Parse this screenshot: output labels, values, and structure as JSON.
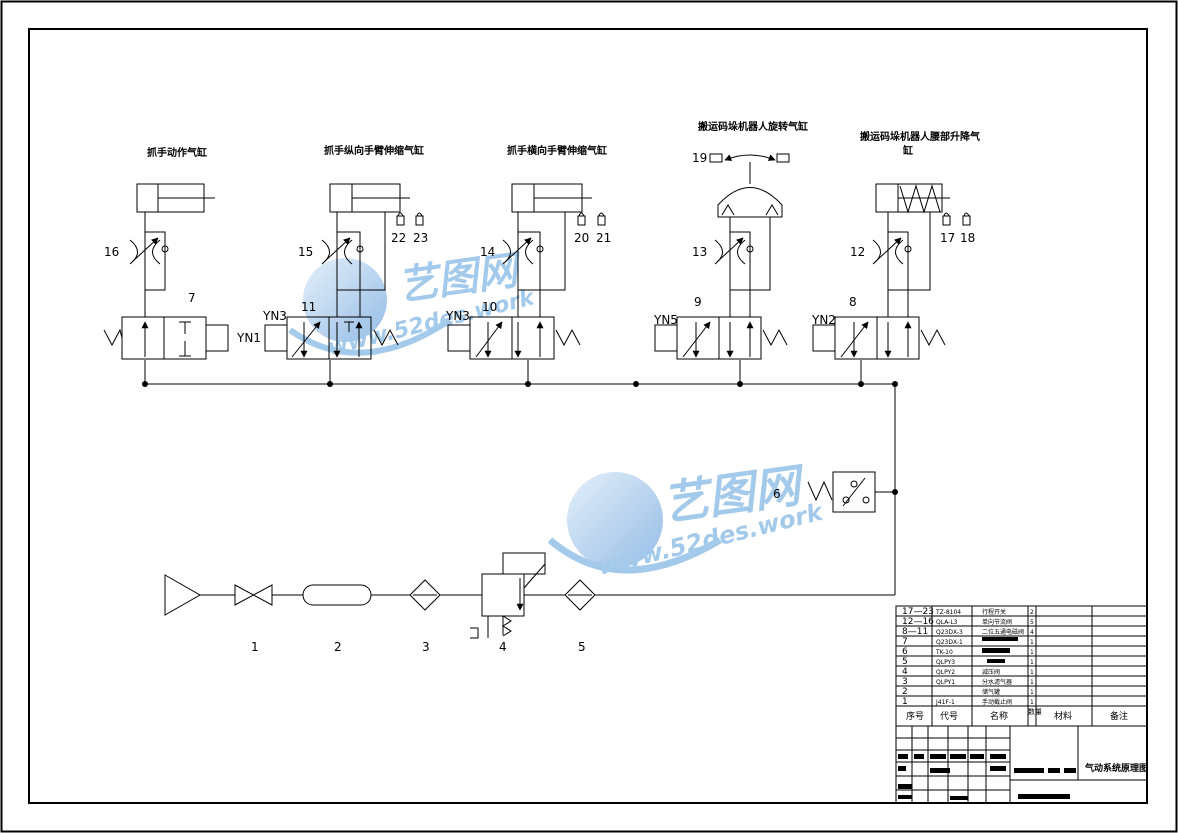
{
  "colors": {
    "line": "#000000",
    "watermark": "#5aa0dc"
  },
  "titles": {
    "t7": "抓手动作气缸",
    "t11": "抓手纵向手臂伸缩气缸",
    "t10": "抓手横向手臂伸缩气缸",
    "t9": "搬运码垛机器人旋转气缸",
    "t8a": "搬运码垛机器人腰部升降气",
    "t8b": "缸"
  },
  "labels": {
    "n1": "1",
    "n2": "2",
    "n3": "3",
    "n4": "4",
    "n5": "5",
    "n6": "6",
    "n7": "7",
    "n8": "8",
    "n9": "9",
    "n10": "10",
    "n11": "11",
    "n12": "12",
    "n13": "13",
    "n14": "14",
    "n15": "15",
    "n16": "16",
    "n17": "17",
    "n18": "18",
    "n19": "19",
    "n20": "20",
    "n21": "21",
    "n22": "22",
    "n23": "23",
    "yn1": "YN1",
    "yn2": "YN2",
    "yn3a": "YN3",
    "yn3b": "YN3",
    "yn5": "YN5"
  },
  "watermark": {
    "brand": "艺图网",
    "url": "www.52des.work"
  },
  "bom": [
    {
      "seq": "17—23",
      "code": "TZ-8104",
      "name": "行程开关",
      "qty": "2"
    },
    {
      "seq": "12—16",
      "code": "QLA-L3",
      "name": "单向节流阀",
      "qty": "5"
    },
    {
      "seq": "8—11",
      "code": "Q23DX-3",
      "name": "二位五通电磁阀",
      "qty": "4"
    },
    {
      "seq": "7",
      "code": "Q23DX-1",
      "name": "",
      "qty": "1"
    },
    {
      "seq": "6",
      "code": "TK-10",
      "name": "",
      "qty": "1"
    },
    {
      "seq": "5",
      "code": "QLPY3",
      "name": "",
      "qty": "1"
    },
    {
      "seq": "4",
      "code": "QLPY2",
      "name": "减压阀",
      "qty": "1"
    },
    {
      "seq": "3",
      "code": "QLPY1",
      "name": "分水滤气器",
      "qty": "1"
    },
    {
      "seq": "2",
      "code": "",
      "name": "储气罐",
      "qty": "1"
    },
    {
      "seq": "1",
      "code": "J41F-1",
      "name": "手动截止阀",
      "qty": "1"
    }
  ],
  "bom_header": {
    "seq": "序号",
    "code": "代号",
    "name": "名称",
    "qty": "数量",
    "material": "材料",
    "remark": "备注"
  },
  "drawing_title": "气动系统原理图"
}
